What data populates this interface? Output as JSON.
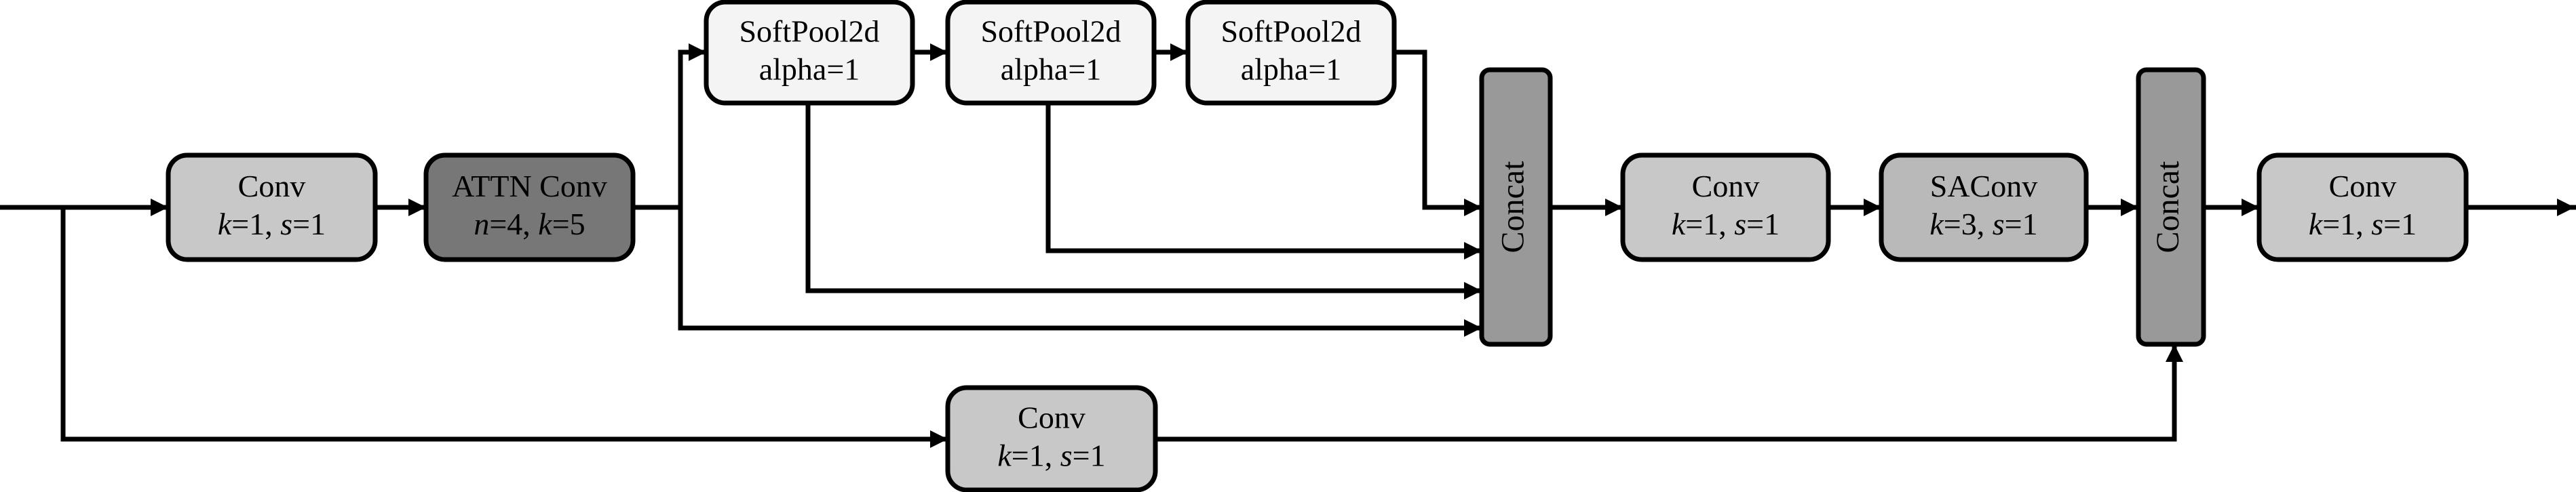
{
  "diagram": {
    "type": "neural-network-module",
    "blocks": {
      "conv_in": {
        "title": "Conv",
        "params": [
          [
            "k",
            "1"
          ],
          [
            "s",
            "1"
          ]
        ],
        "fill": "#c8c8c8"
      },
      "attn_conv": {
        "title": "ATTN Conv",
        "params": [
          [
            "n",
            "4"
          ],
          [
            "k",
            "5"
          ]
        ],
        "fill": "#777777"
      },
      "softpool1": {
        "title": "SoftPool2d",
        "subtitle": "alpha=1",
        "fill": "#f4f4f4"
      },
      "softpool2": {
        "title": "SoftPool2d",
        "subtitle": "alpha=1",
        "fill": "#f4f4f4"
      },
      "softpool3": {
        "title": "SoftPool2d",
        "subtitle": "alpha=1",
        "fill": "#f4f4f4"
      },
      "concat1": {
        "title": "Concat",
        "fill": "#999999"
      },
      "conv_mid": {
        "title": "Conv",
        "params": [
          [
            "k",
            "1"
          ],
          [
            "s",
            "1"
          ]
        ],
        "fill": "#c8c8c8"
      },
      "saconv": {
        "title": "SAConv",
        "params": [
          [
            "k",
            "3"
          ],
          [
            "s",
            "1"
          ]
        ],
        "fill": "#b9b9b9"
      },
      "concat2": {
        "title": "Concat",
        "fill": "#999999"
      },
      "conv_out": {
        "title": "Conv",
        "params": [
          [
            "k",
            "1"
          ],
          [
            "s",
            "1"
          ]
        ],
        "fill": "#c8c8c8"
      },
      "conv_skip": {
        "title": "Conv",
        "params": [
          [
            "k",
            "1"
          ],
          [
            "s",
            "1"
          ]
        ],
        "fill": "#c8c8c8"
      }
    },
    "edges": [
      [
        "input",
        "conv_in"
      ],
      [
        "conv_in",
        "attn_conv"
      ],
      [
        "attn_conv",
        "softpool1"
      ],
      [
        "softpool1",
        "softpool2"
      ],
      [
        "softpool2",
        "softpool3"
      ],
      [
        "softpool3",
        "concat1"
      ],
      [
        "softpool2",
        "concat1"
      ],
      [
        "softpool1",
        "concat1"
      ],
      [
        "attn_conv",
        "concat1"
      ],
      [
        "concat1",
        "conv_mid"
      ],
      [
        "conv_mid",
        "saconv"
      ],
      [
        "saconv",
        "concat2"
      ],
      [
        "input",
        "conv_skip"
      ],
      [
        "conv_skip",
        "concat2"
      ],
      [
        "concat2",
        "conv_out"
      ],
      [
        "conv_out",
        "output"
      ]
    ],
    "line_color": "#000000"
  }
}
